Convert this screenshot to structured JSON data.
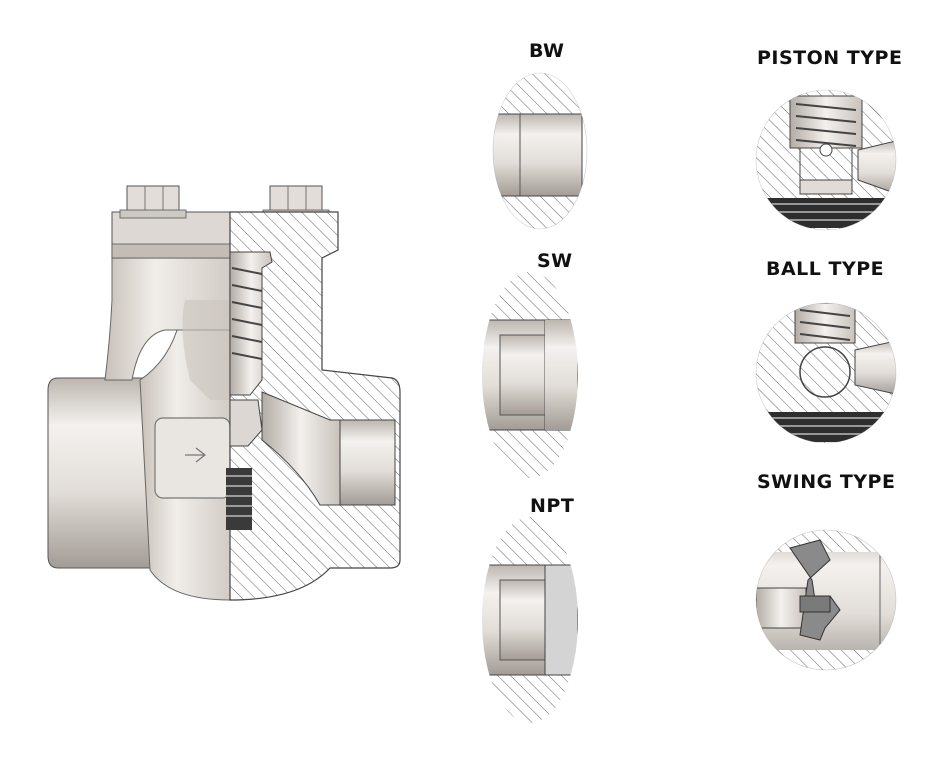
{
  "labels": {
    "bw": "BW",
    "sw": "SW",
    "npt": "NPT",
    "piston": "PISTON TYPE",
    "ball": "BALL TYPE",
    "swing": "SWING TYPE"
  },
  "colors": {
    "metal_light": "#e8e4e0",
    "metal_mid": "#cfc9c3",
    "metal_dark": "#9b948e",
    "outline": "#444444",
    "hatch": "#666666",
    "spring": "#555555",
    "seat_dark": "#333333",
    "npt_fill": "#d4d4d4"
  }
}
